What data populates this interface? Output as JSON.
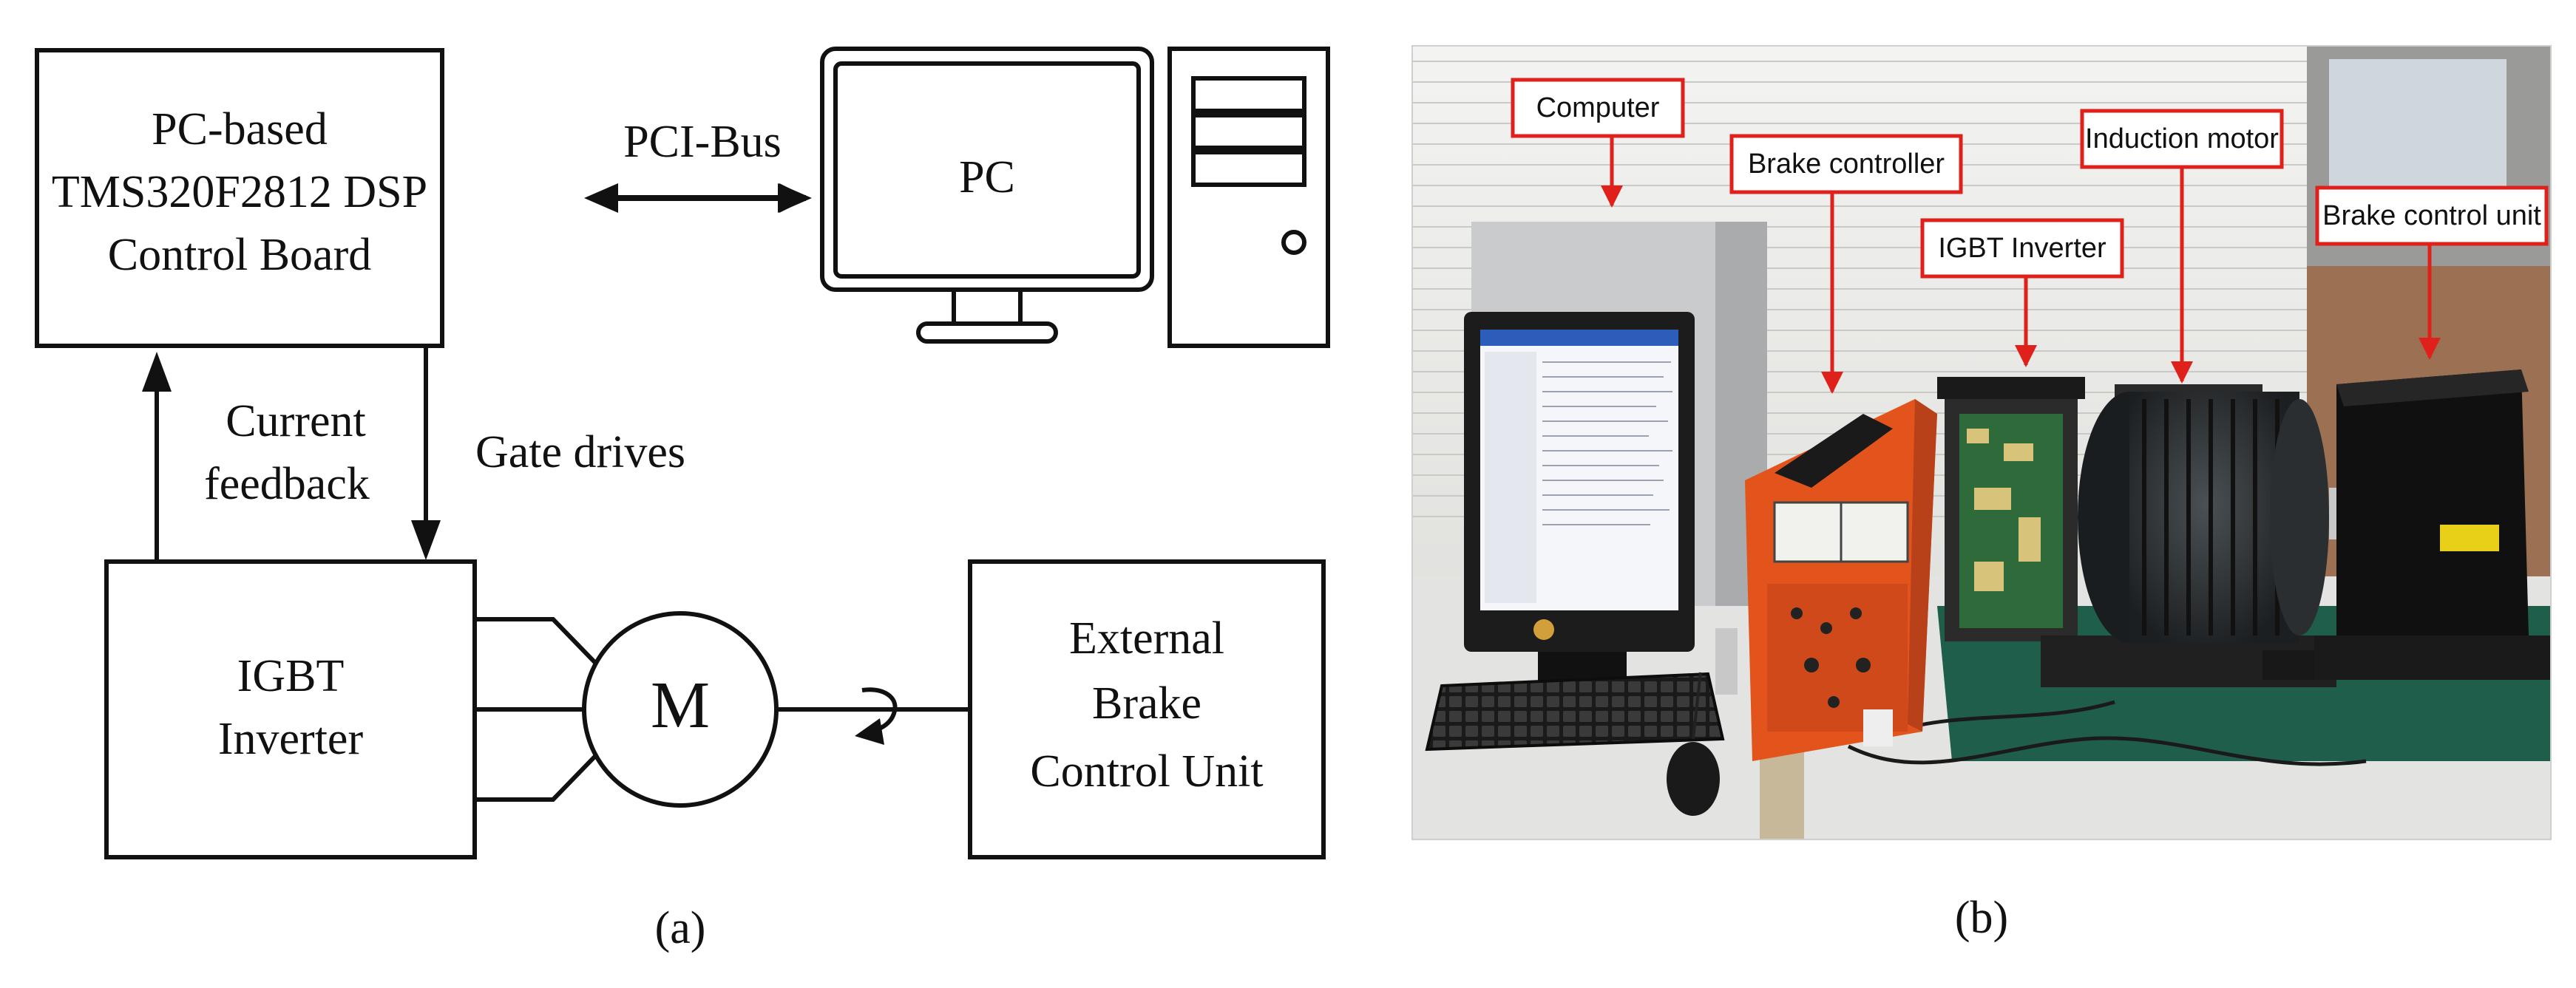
{
  "panel_a": {
    "dsp_board": {
      "line1": "PC-based",
      "line2": "TMS320F2812 DSP",
      "line3": "Control Board"
    },
    "bus_label": "PCI-Bus",
    "pc_label": "PC",
    "feedback_label": {
      "line1": "Current",
      "line2": "feedback"
    },
    "gate_label": "Gate drives",
    "inverter": {
      "line1": "IGBT",
      "line2": "Inverter"
    },
    "motor_label": "M",
    "brake_unit": {
      "line1": "External",
      "line2": "Brake",
      "line3": "Control Unit"
    },
    "caption": "(a)"
  },
  "panel_b": {
    "labels": {
      "computer": "Computer",
      "brake_controller": "Brake controller",
      "igbt_inverter": "IGBT Inverter",
      "induction_motor": "Induction motor",
      "brake_control_unit": "Brake control unit"
    },
    "caption": "(b)"
  },
  "colors": {
    "line": "#111111",
    "label_border": "#e0201a",
    "arrow": "#e0201a",
    "brake_controller_body": "#e2541c",
    "bench_mat": "#1f5e4a"
  }
}
